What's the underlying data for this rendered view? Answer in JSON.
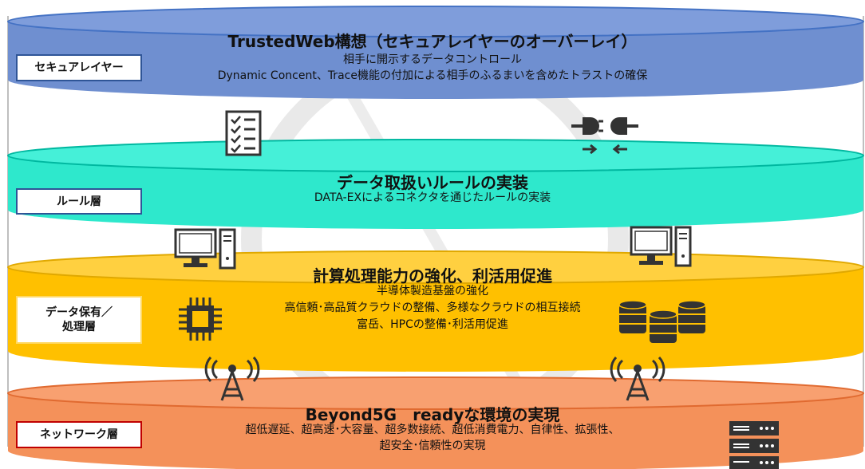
{
  "layers": {
    "secure": {
      "label": "セキュアレイヤー",
      "title": "TrustedWeb構想（セキュアレイヤーのオーバーレイ）",
      "lines": [
        "相手に開示するデータコントロール",
        "Dynamic Concent、Trace機能の付加による相手のふるまいを含めたトラストの確保"
      ]
    },
    "rule": {
      "label": "ルール層",
      "title": "データ取扱いルールの実装",
      "lines": [
        "DATA-EXによるコネクタを通じたルールの実装"
      ]
    },
    "data": {
      "label_line1": "データ保有／",
      "label_line2": "処理層",
      "title": "計算処理能力の強化、利活用促進",
      "lines": [
        "半導体製造基盤の強化",
        "高信頼･高品質クラウドの整備、多様なクラウドの相互接続",
        "富岳、HPCの整備･利活用促進"
      ]
    },
    "network": {
      "label": "ネットワーク層",
      "title": "Beyond5G　readyな環境の実現",
      "lines": [
        "超低遅延、超高速･大容量、超多数接続、超低消費電力、自律性、拡張性、",
        "超安全･信頼性の実現"
      ]
    }
  },
  "colors": {
    "secure": "#6f8fd0",
    "secure_top": "#4472c4",
    "rule": "#2ee8cc",
    "rule_top": "#00b8a0",
    "data": "#ffc000",
    "data_top": "#e0a800",
    "network": "#f4915a",
    "network_top": "#e06a30",
    "border_blue": "#2f5597",
    "border_teal": "#00a0a0",
    "border_gold": "#d6a300",
    "border_red": "#c00000"
  },
  "icons": [
    "checklist-icon",
    "plug-connect-icon",
    "desktop-computer-icon",
    "cpu-chip-icon",
    "database-stack-icon",
    "antenna-tower-icon",
    "server-rack-icon"
  ]
}
